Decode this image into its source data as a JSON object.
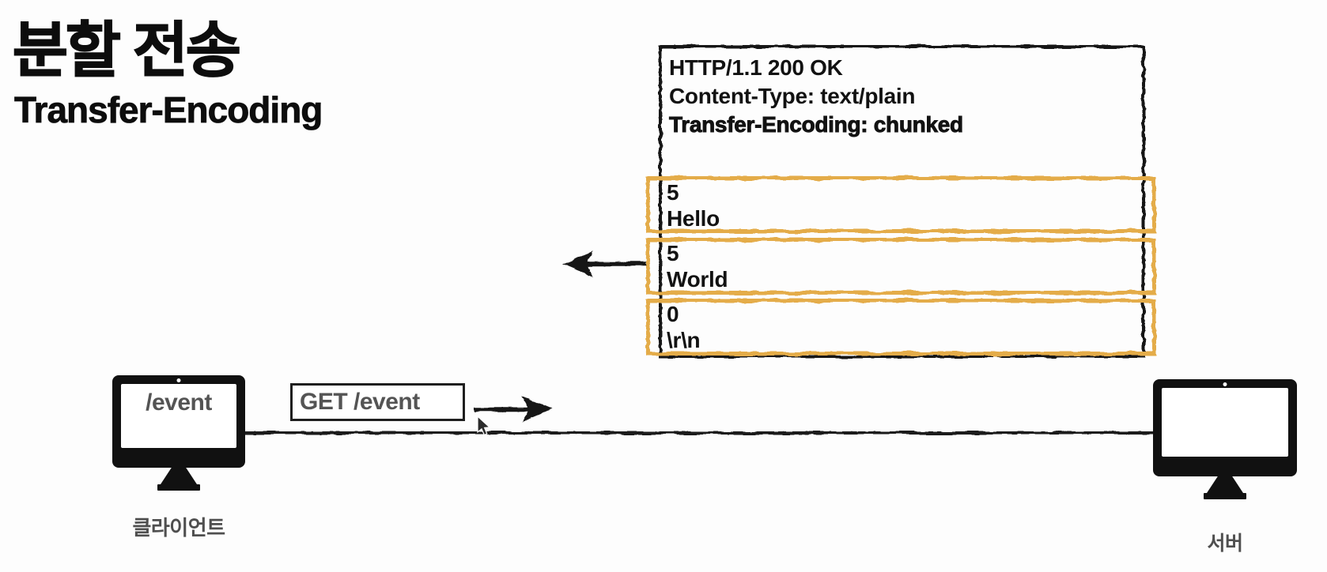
{
  "page": {
    "title": "분할 전송",
    "subtitle": "Transfer-Encoding"
  },
  "response": {
    "headers": [
      "HTTP/1.1 200 OK",
      "Content-Type: text/plain",
      "Transfer-Encoding: chunked"
    ],
    "chunks": [
      {
        "size": "5",
        "data": "Hello"
      },
      {
        "size": "5",
        "data": "World"
      },
      {
        "size": "0",
        "data": "\\r\\n"
      }
    ]
  },
  "request": {
    "label": "GET /event"
  },
  "client": {
    "screen_text": "/event",
    "label": "클라이언트"
  },
  "server": {
    "label": "서버"
  },
  "icons": [
    "client-monitor-icon",
    "server-monitor-icon",
    "left-arrow-icon",
    "right-arrow-icon",
    "mouse-cursor-icon"
  ],
  "colors": {
    "chunk_border": "#E4AC48",
    "ink": "#181818",
    "muted_text": "#545454"
  }
}
